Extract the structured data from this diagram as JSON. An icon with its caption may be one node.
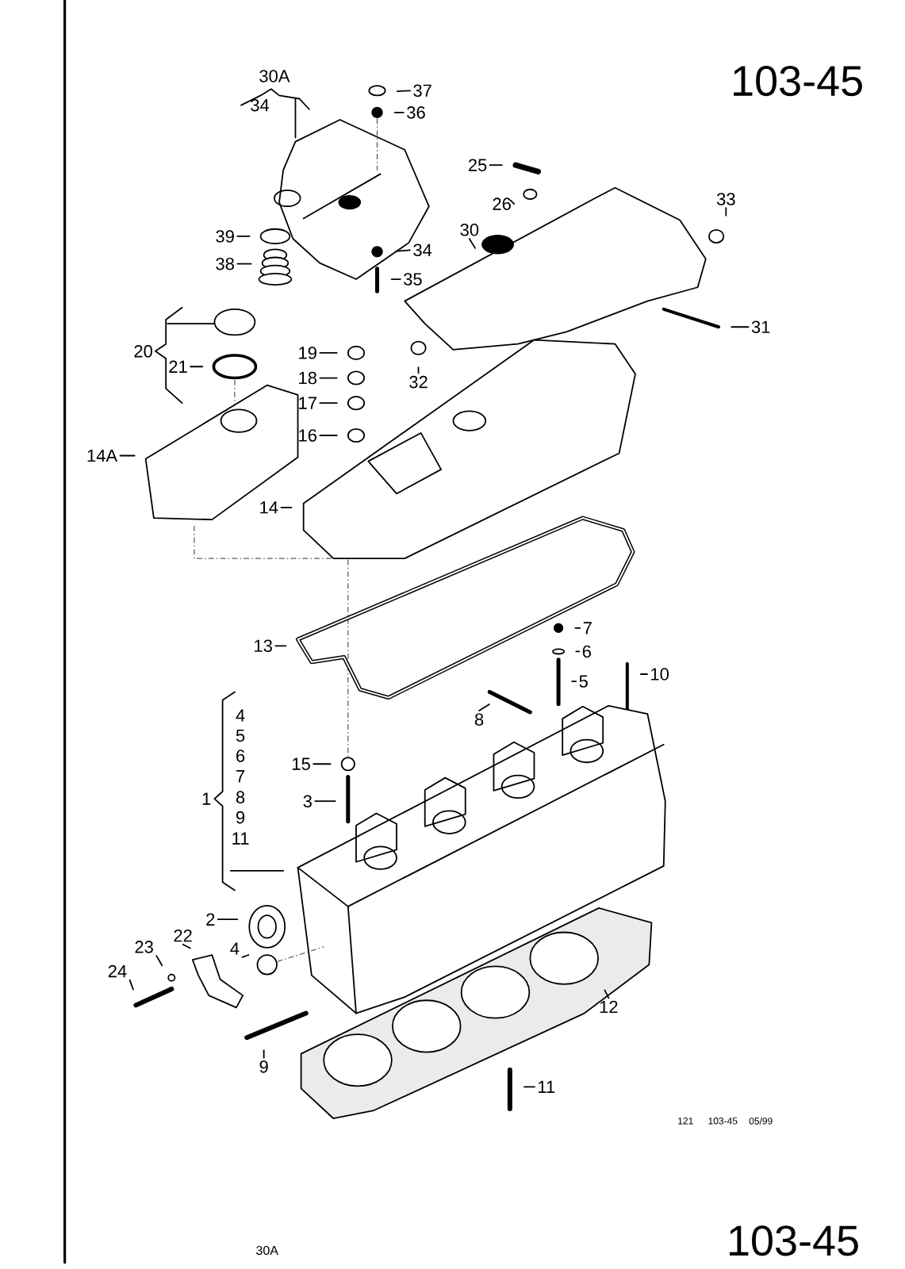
{
  "diagram": {
    "nodes": [
      {
        "text": [
          "37"
        ]
      },
      {
        "text": [
          "36"
        ]
      },
      {
        "text": [
          "25"
        ]
      },
      {
        "text": [
          "33"
        ]
      },
      {
        "text": [
          "26"
        ]
      },
      {
        "text": [
          "30"
        ]
      },
      {
        "text": [
          "39"
        ]
      },
      {
        "text": [
          "38"
        ]
      },
      {
        "text": [
          "34"
        ]
      },
      {
        "text": [
          "35"
        ]
      },
      {
        "text": [
          "31"
        ]
      },
      {
        "text": [
          "19"
        ]
      },
      {
        "text": [
          "21"
        ]
      },
      {
        "text": [
          "18"
        ]
      },
      {
        "text": [
          "32"
        ]
      },
      {
        "text": [
          "17"
        ]
      },
      {
        "text": [
          "16"
        ]
      },
      {
        "text": [
          "14A"
        ]
      },
      {
        "text": [
          "14"
        ]
      },
      {
        "text": [
          "7"
        ]
      },
      {
        "text": [
          "6"
        ]
      },
      {
        "text": [
          "13"
        ]
      },
      {
        "text": [
          "10"
        ]
      },
      {
        "text": [
          "5"
        ]
      },
      {
        "text": [
          "8"
        ]
      },
      {
        "text": [
          "15"
        ]
      },
      {
        "text": [
          "3"
        ]
      },
      {
        "text": [
          "2"
        ]
      },
      {
        "text": [
          "22"
        ]
      },
      {
        "text": [
          "4"
        ]
      },
      {
        "text": [
          "23"
        ]
      },
      {
        "text": [
          "24"
        ]
      },
      {
        "text": [
          "12"
        ]
      },
      {
        "text": [
          "9"
        ]
      },
      {
        "text": [
          "11"
        ]
      }
    ],
    "edges": [
      {
        "from": 0,
        "to": null,
        "arrow": "none"
      },
      {
        "from": 1,
        "to": null,
        "arrow": "none"
      },
      {
        "from": 2,
        "to": null,
        "arrow": "none"
      },
      {
        "from": 3,
        "to": null,
        "arrow": "none"
      },
      {
        "from": 4,
        "to": null,
        "arrow": "none"
      },
      {
        "from": 5,
        "to": null,
        "arrow": "none"
      },
      {
        "from": 6,
        "to": null,
        "arrow": "none"
      },
      {
        "from": 7,
        "to": null,
        "arrow": "none"
      },
      {
        "from": 8,
        "to": null,
        "arrow": "none"
      },
      {
        "from": 9,
        "to": null,
        "arrow": "none"
      },
      {
        "from": 10,
        "to": null,
        "arrow": "none"
      },
      {
        "from": 11,
        "to": null,
        "arrow": "none"
      },
      {
        "from": 12,
        "to": null,
        "arrow": "none"
      },
      {
        "from": 13,
        "to": null,
        "arrow": "none"
      },
      {
        "from": 14,
        "to": null,
        "arrow": "none"
      },
      {
        "from": 15,
        "to": null,
        "arrow": "none"
      },
      {
        "from": 16,
        "to": null,
        "arrow": "none"
      },
      {
        "from": 17,
        "to": null,
        "arrow": "none"
      },
      {
        "from": 18,
        "to": null,
        "arrow": "none"
      },
      {
        "from": 19,
        "to": null,
        "arrow": "none"
      },
      {
        "from": 20,
        "to": null,
        "arrow": "none"
      },
      {
        "from": 21,
        "to": null,
        "arrow": "none"
      },
      {
        "from": 22,
        "to": null,
        "arrow": "none"
      },
      {
        "from": 23,
        "to": null,
        "arrow": "none"
      },
      {
        "from": 24,
        "to": null,
        "arrow": "none"
      },
      {
        "from": 25,
        "to": null,
        "arrow": "none"
      },
      {
        "from": 26,
        "to": null,
        "arrow": "none"
      },
      {
        "from": 27,
        "to": null,
        "arrow": "none"
      },
      {
        "from": 28,
        "to": null,
        "arrow": "none"
      },
      {
        "from": 29,
        "to": null,
        "arrow": "none"
      },
      {
        "from": 30,
        "to": null,
        "arrow": "none"
      },
      {
        "from": 31,
        "to": null,
        "arrow": "none"
      },
      {
        "from": 32,
        "to": null,
        "arrow": "none"
      },
      {
        "from": 33,
        "to": null,
        "arrow": "none"
      },
      {
        "from": 34,
        "to": null,
        "arrow": "none"
      }
    ],
    "labels": [
      "103-45",
      "30A",
      "34",
      "20",
      "1",
      "4",
      "5",
      "6",
      "7",
      "8",
      "9",
      "11",
      "121",
      "103-45",
      "05/99",
      "30A",
      "103-45"
    ]
  }
}
